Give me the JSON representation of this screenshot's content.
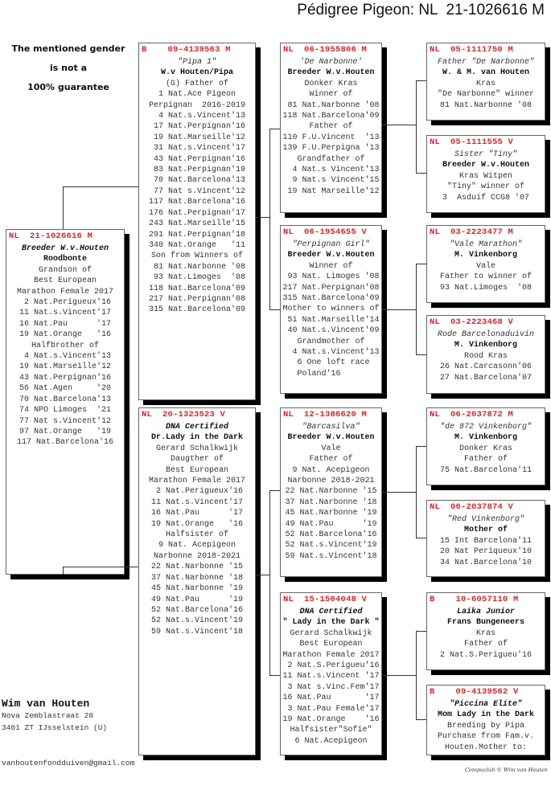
{
  "title": "Pédigree Pigeon: NL  21-1026616 M",
  "disclaimer": [
    "The mentioned gender",
    "is not a",
    "100% guarantee"
  ],
  "owner": {
    "name": "Wim van Houten",
    "address1": "Nova Zemblastraat 28",
    "address2": "3401 ZT  IJsselstein (U)",
    "email": "vanhoutenfondduiven@gmail.com"
  },
  "credit": "Compuclub © Wim van Houten",
  "header_color": "#d8262a",
  "pigeons": {
    "subject": {
      "header": "NL  21-1026616 M",
      "lines": [
        {
          "t": "Breeder W.v.Houten",
          "s": "b i"
        },
        {
          "t": "Roodbonte",
          "s": "b"
        },
        {
          "t": "Grandson of",
          "s": ""
        },
        {
          "t": "Best European",
          "s": ""
        },
        {
          "t": "Marathon Female 2017",
          "s": ""
        },
        {
          "t": " 2 Nat.Perigueux'16",
          "s": ""
        },
        {
          "t": "11 Nat.s.Vincent'17",
          "s": ""
        },
        {
          "t": "16 Nat.Pau      '17",
          "s": ""
        },
        {
          "t": "19 Nat.Orange   '16",
          "s": ""
        },
        {
          "t": "Halfbrother of",
          "s": ""
        },
        {
          "t": " 4 Nat.s.Vincent'13",
          "s": ""
        },
        {
          "t": "19 Nat.Marseille'12",
          "s": ""
        },
        {
          "t": "43 Nat.Perpignan'16",
          "s": ""
        },
        {
          "t": "56 Nat.Agen     '20",
          "s": ""
        },
        {
          "t": "70 Nat.Barcelona'13",
          "s": ""
        },
        {
          "t": "74 NPO Limoges  '21",
          "s": ""
        },
        {
          "t": "77 Nat s.Vincent'12",
          "s": ""
        },
        {
          "t": "97 Nat.Orange   '19",
          "s": ""
        },
        {
          "t": "117 Nat.Barcelona'16",
          "s": ""
        }
      ]
    },
    "father": {
      "header": "B    09-4139563 M",
      "lines": [
        {
          "t": "\"Pipa 1\"",
          "s": "i"
        },
        {
          "t": "W.v Houten/Pipa",
          "s": "b"
        },
        {
          "t": "(G) Father of",
          "s": ""
        },
        {
          "t": "1 Nat.Ace Pigeon",
          "s": ""
        },
        {
          "t": "Perpignan  2016-2019",
          "s": ""
        },
        {
          "t": "  4 Nat.s.Vincent'13",
          "s": ""
        },
        {
          "t": " 17 Nat.Perpignan'16",
          "s": ""
        },
        {
          "t": " 19 Nat.Marseille'12",
          "s": ""
        },
        {
          "t": " 31 Nat.s.Vincent'17",
          "s": ""
        },
        {
          "t": " 43 Nat.Perpignan'16",
          "s": ""
        },
        {
          "t": " 83 Nat.Perpignan'19",
          "s": ""
        },
        {
          "t": " 70 Nat.Barcelona'13",
          "s": ""
        },
        {
          "t": " 77 Nat s.Vincent'12",
          "s": ""
        },
        {
          "t": "117 Nat.Barcelona'16",
          "s": ""
        },
        {
          "t": "176 Nat.Perpignan'17",
          "s": ""
        },
        {
          "t": "243 Nat.Marseille'15",
          "s": ""
        },
        {
          "t": "291 Nat.Perpignan'18",
          "s": ""
        },
        {
          "t": "340 Nat.Orange   '11",
          "s": ""
        },
        {
          "t": "Son from Winners of",
          "s": ""
        },
        {
          "t": " 81 Nat.Narbonne '08",
          "s": ""
        },
        {
          "t": " 93 Nat.Limoges  '08",
          "s": ""
        },
        {
          "t": "118 Nat.Barcelona'09",
          "s": ""
        },
        {
          "t": "217 Nat.Perpignan'08",
          "s": ""
        },
        {
          "t": "315 Nat.Barcelona'09",
          "s": ""
        }
      ]
    },
    "mother": {
      "header": "NL  20-1323523 V",
      "lines": [
        {
          "t": "DNA Certified",
          "s": "i b"
        },
        {
          "t": "Dr.Lady in the Dark",
          "s": "b"
        },
        {
          "t": "Gerard Schalkwijk",
          "s": ""
        },
        {
          "t": "Daugther of",
          "s": ""
        },
        {
          "t": "Best European",
          "s": ""
        },
        {
          "t": "Marathon Female 2017",
          "s": ""
        },
        {
          "t": " 2 Nat.Perigueux'16",
          "s": ""
        },
        {
          "t": "11 Nat.s.Vincent'17",
          "s": ""
        },
        {
          "t": "16 Nat.Pau      '17",
          "s": ""
        },
        {
          "t": "19 Nat.Orange   '16",
          "s": ""
        },
        {
          "t": "Halfsister of",
          "s": ""
        },
        {
          "t": "9 Nat. Acepigeon",
          "s": ""
        },
        {
          "t": "Narbonne 2018-2021",
          "s": ""
        },
        {
          "t": "22 Nat.Narbonne '15",
          "s": ""
        },
        {
          "t": "37 Nat.Narbonne '18",
          "s": ""
        },
        {
          "t": "45 Nat.Narbonne '19",
          "s": ""
        },
        {
          "t": "49 Nat.Pau      '19",
          "s": ""
        },
        {
          "t": "52 Nat.Barcelona'16",
          "s": ""
        },
        {
          "t": "52 Nat.s.Vincent'19",
          "s": ""
        },
        {
          "t": "59 Nat.s.Vincent'18",
          "s": ""
        }
      ]
    },
    "ff": {
      "header": "NL  06-1955806 M",
      "lines": [
        {
          "t": "'De Narbonne'",
          "s": "i"
        },
        {
          "t": "Breeder W.v.Houten",
          "s": "b"
        },
        {
          "t": "Donker Kras",
          "s": ""
        },
        {
          "t": "Winner of",
          "s": ""
        },
        {
          "t": " 81 Nat.Narbonne '08",
          "s": ""
        },
        {
          "t": "118 Nat.Barcelona'09",
          "s": ""
        },
        {
          "t": "Father of",
          "s": ""
        },
        {
          "t": "110 F.U.Vincent  '13",
          "s": ""
        },
        {
          "t": "139 F.U.Perpigna '13",
          "s": ""
        },
        {
          "t": "Grandfather of",
          "s": ""
        },
        {
          "t": "  4 Nat.s Vincent'13",
          "s": ""
        },
        {
          "t": "  9 Nat.s Vincent'15",
          "s": ""
        },
        {
          "t": " 19 Nat Marseille'12",
          "s": ""
        }
      ]
    },
    "fm": {
      "header": "NL  06-1954655 V",
      "lines": [
        {
          "t": "\"Perpignan Girl\"",
          "s": "i"
        },
        {
          "t": "Breeder W.v.Houten",
          "s": "b"
        },
        {
          "t": "Winner of",
          "s": ""
        },
        {
          "t": " 93 Nat. Limoges '08",
          "s": ""
        },
        {
          "t": "217 Nat.Perpignan'08",
          "s": ""
        },
        {
          "t": "315 Nat.Barcelona'09",
          "s": ""
        },
        {
          "t": "Mother to winners of",
          "s": ""
        },
        {
          "t": " 51 Nat.Marseille'14",
          "s": ""
        },
        {
          "t": " 40 Nat.s.Vincent'09",
          "s": ""
        },
        {
          "t": "Grandmother of",
          "s": ""
        },
        {
          "t": "  4 Nat.s.Vincent'13",
          "s": ""
        },
        {
          "t": "  6 One loft race ",
          "s": ""
        },
        {
          "t": "   Poland'16        ",
          "s": ""
        }
      ]
    },
    "mf": {
      "header": "NL  12-1386620 M",
      "lines": [
        {
          "t": "\"Barcasilva\"",
          "s": "i"
        },
        {
          "t": "Breeder W.v.Houten",
          "s": "b"
        },
        {
          "t": "Vale",
          "s": ""
        },
        {
          "t": "Father of",
          "s": ""
        },
        {
          "t": "9 Nat. Acepigeon",
          "s": ""
        },
        {
          "t": "Narbonne 2018-2021",
          "s": ""
        },
        {
          "t": "22 Nat.Narbonne '15",
          "s": ""
        },
        {
          "t": "37 Nat.Narbonne '18",
          "s": ""
        },
        {
          "t": "45 Nat.Narbonne '19",
          "s": ""
        },
        {
          "t": "49 Nat.Pau      '19",
          "s": ""
        },
        {
          "t": "52 Nat.Barcelona'16",
          "s": ""
        },
        {
          "t": "52 Nat.s.Vincent'19",
          "s": ""
        },
        {
          "t": "59 Nat.s.Vincent'18",
          "s": ""
        }
      ]
    },
    "mm": {
      "header": "NL  15-1504048 V",
      "lines": [
        {
          "t": "DNA Certified",
          "s": "i b"
        },
        {
          "t": "\" Lady in the Dark \"",
          "s": "b"
        },
        {
          "t": "Gerard Schalkwijk",
          "s": ""
        },
        {
          "t": "Best European",
          "s": ""
        },
        {
          "t": "Marathon Female 2017",
          "s": ""
        },
        {
          "t": " 2 Nat.S.Perigueu'16",
          "s": ""
        },
        {
          "t": "11 Nat.s.Vincent '17",
          "s": ""
        },
        {
          "t": " 3 Nat s.Vinc.Fem'17",
          "s": ""
        },
        {
          "t": "16 Nat.Pau       '17",
          "s": ""
        },
        {
          "t": " 3 Nat.Pau Female'17",
          "s": ""
        },
        {
          "t": "19 Nat.Orange    '16",
          "s": ""
        },
        {
          "t": "Halfsister\"Sofie\"",
          "s": ""
        },
        {
          "t": "6 Nat.Acepigeon",
          "s": ""
        }
      ]
    },
    "fff": {
      "header": "NL  05-1111750 M",
      "lines": [
        {
          "t": "Father \"De Narbonne\"",
          "s": "i"
        },
        {
          "t": "W. & M. van Houten",
          "s": "b"
        },
        {
          "t": "Kras",
          "s": ""
        },
        {
          "t": "\"De Narbonne\" winner",
          "s": ""
        },
        {
          "t": "81 Nat.Narbonne '08",
          "s": ""
        }
      ]
    },
    "ffm": {
      "header": "NL  05-1111555 V",
      "lines": [
        {
          "t": "Sister \"Tiny\"",
          "s": "i"
        },
        {
          "t": "Breeder W.v.Houten",
          "s": "b"
        },
        {
          "t": "Kras Witpen",
          "s": ""
        },
        {
          "t": "\"Tiny\" winner of",
          "s": ""
        },
        {
          "t": "3  Asduif CCG8 '07",
          "s": ""
        }
      ]
    },
    "fmf": {
      "header": "NL  03-2223477 M",
      "lines": [
        {
          "t": "\"Vale Marathon\"",
          "s": "i"
        },
        {
          "t": "M. Vinkenborg",
          "s": "b"
        },
        {
          "t": "Vale",
          "s": ""
        },
        {
          "t": "Father to winner of",
          "s": ""
        },
        {
          "t": "93 Nat.Limoges  '08",
          "s": ""
        }
      ]
    },
    "fmm": {
      "header": "NL  03-2223468 V",
      "lines": [
        {
          "t": "Rode Barcelonaduivin",
          "s": "i"
        },
        {
          "t": "M. Vinkenborg",
          "s": "b"
        },
        {
          "t": "Rood Kras",
          "s": ""
        },
        {
          "t": "26 Nat.Carcasonn'06",
          "s": ""
        },
        {
          "t": "27 Nat.Barcelona'07",
          "s": ""
        }
      ]
    },
    "mff": {
      "header": "NL  06-2037872 M",
      "lines": [
        {
          "t": "\"de 872 Vinkenborg\"",
          "s": "i"
        },
        {
          "t": "M. Vinkenborg",
          "s": "b"
        },
        {
          "t": "Donker Kras",
          "s": ""
        },
        {
          "t": "Father of",
          "s": ""
        },
        {
          "t": "75 Nat.Barcelona'11",
          "s": ""
        }
      ]
    },
    "mfm": {
      "header": "NL  06-2037874 V",
      "lines": [
        {
          "t": "\"Red Vinkenborg\"",
          "s": "i"
        },
        {
          "t": "Mother of",
          "s": "b"
        },
        {
          "t": "15 Int Barcelona'11",
          "s": ""
        },
        {
          "t": "20 Nat Periqueux'10",
          "s": ""
        },
        {
          "t": "34 Nat.Barcelona'10",
          "s": ""
        }
      ]
    },
    "mmf": {
      "header": "B    10-6057110 M",
      "lines": [
        {
          "t": "Laika Junior",
          "s": "i b"
        },
        {
          "t": "Frans Bungeneers",
          "s": "b"
        },
        {
          "t": "Kras",
          "s": ""
        },
        {
          "t": "Father of",
          "s": ""
        },
        {
          "t": "2 Nat.S.Perigueu'16",
          "s": ""
        }
      ]
    },
    "mmm": {
      "header": "B    09-4139562 V",
      "lines": [
        {
          "t": "\"Piccina Elite\"",
          "s": "i b"
        },
        {
          "t": "Mom Lady in the Dark",
          "s": "b"
        },
        {
          "t": "Breeding by Pipa",
          "s": ""
        },
        {
          "t": "Purchase from Fam.v.",
          "s": ""
        },
        {
          "t": "Houten.Mother to:",
          "s": ""
        }
      ]
    }
  }
}
